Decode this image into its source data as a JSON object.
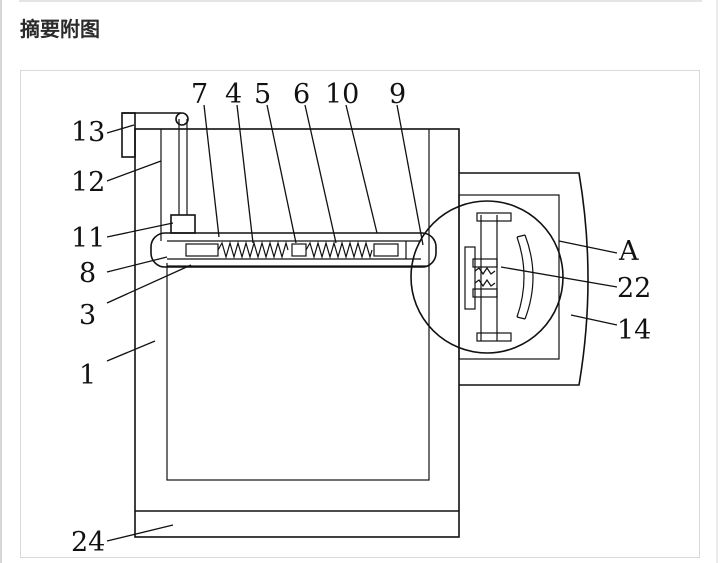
{
  "header": {
    "title": "摘要附图"
  },
  "figure": {
    "labels": {
      "l7": "7",
      "l4": "4",
      "l5": "5",
      "l6": "6",
      "l10": "10",
      "l9": "9",
      "l13": "13",
      "l12": "12",
      "l11": "11",
      "l8": "8",
      "l3": "3",
      "l1": "1",
      "l24": "24",
      "lA": "A",
      "l22": "22",
      "l14": "14"
    }
  }
}
